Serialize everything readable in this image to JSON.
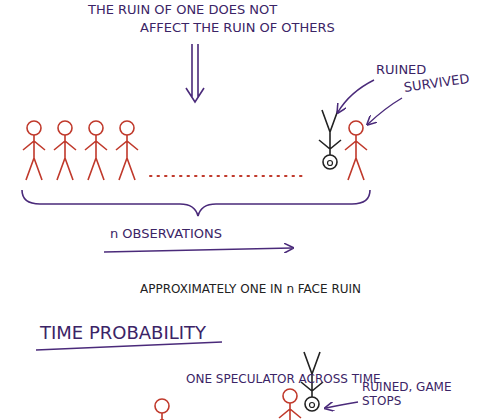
{
  "diagram": {
    "labels": [
      "THE RUIN OF ONE DOES NOT",
      "AFFECT THE RUIN OF OTHERS",
      "RUINED",
      "SURVIVED",
      "n OBSERVATIONS",
      "APPROXIMATELY ONE IN n FACE RUIN",
      "TIME PROBABILITY",
      "ONE SPECULATOR ACROSS TIME",
      "RUINED, GAME STOPS"
    ]
  }
}
